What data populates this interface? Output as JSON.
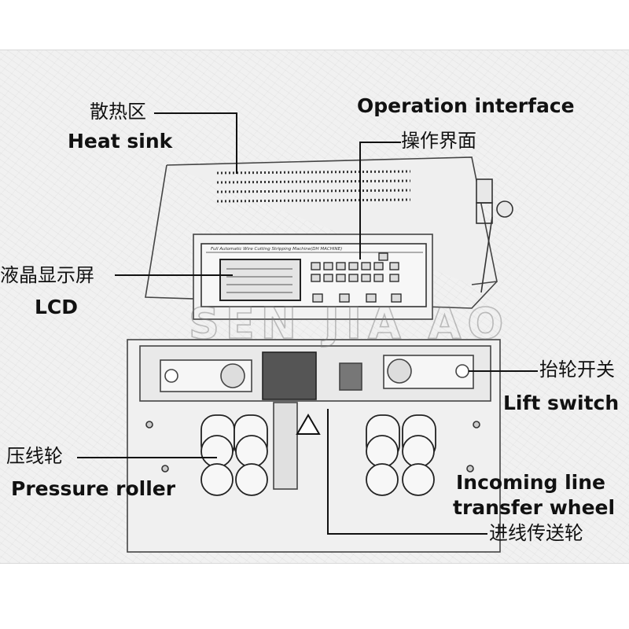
{
  "labels": {
    "heat_sink": {
      "cn": "散热区",
      "en": "Heat sink"
    },
    "operation_interface": {
      "en": "Operation interface",
      "cn": "操作界面"
    },
    "lcd": {
      "cn": "液晶显示屏",
      "en": "LCD"
    },
    "lift_switch": {
      "cn": "抬轮开关",
      "en": "Lift switch"
    },
    "pressure_roller": {
      "cn": "压线轮",
      "en": "Pressure roller"
    },
    "incoming_line": {
      "en_line1": "Incoming line",
      "en_line2": "transfer wheel",
      "cn": "进线传送轮"
    }
  },
  "panel_title": "Full Automatic Wire Cutting Stripping Machine(DH MACHINE)",
  "watermark": "SEN JIA AO"
}
